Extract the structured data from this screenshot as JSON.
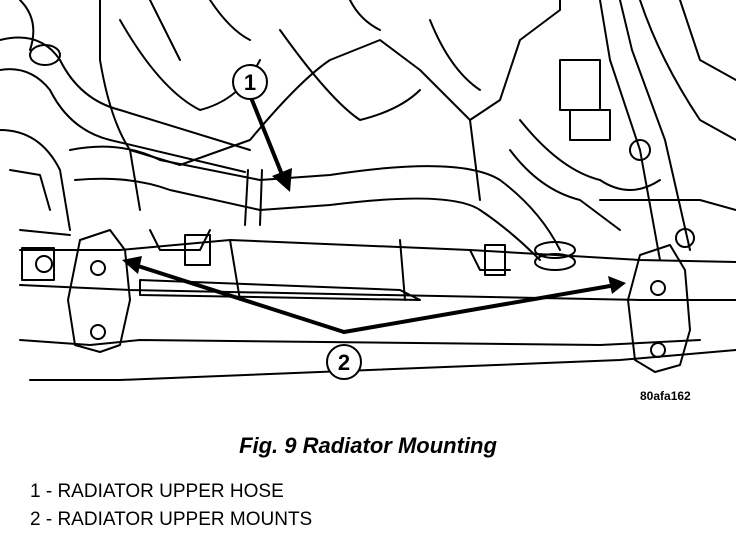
{
  "figure": {
    "caption": "Fig. 9 Radiator Mounting",
    "image_id": "80afa162",
    "callouts": [
      {
        "number": "1"
      },
      {
        "number": "2"
      }
    ]
  },
  "legend": {
    "items": [
      {
        "text": "1 - RADIATOR UPPER HOSE"
      },
      {
        "text": "2 - RADIATOR UPPER MOUNTS"
      }
    ]
  },
  "colors": {
    "ink": "#000000",
    "paper": "#ffffff"
  }
}
